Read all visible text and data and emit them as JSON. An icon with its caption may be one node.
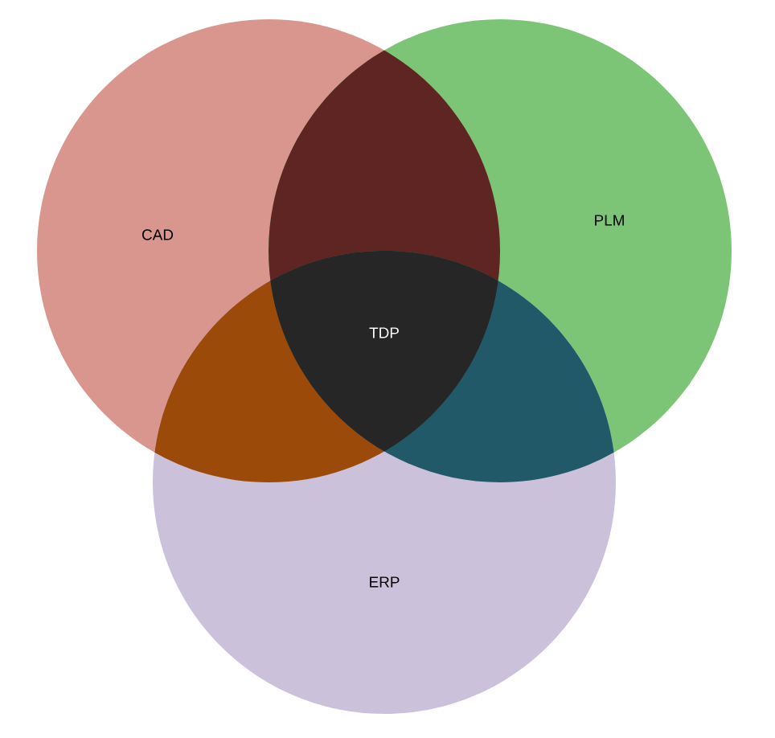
{
  "diagram": {
    "nodes": [
      {
        "text": [
          "CAD"
        ]
      },
      {
        "text": [
          "PLM"
        ]
      },
      {
        "text": [
          "ERP"
        ]
      }
    ],
    "labels": [
      "TDP"
    ]
  }
}
